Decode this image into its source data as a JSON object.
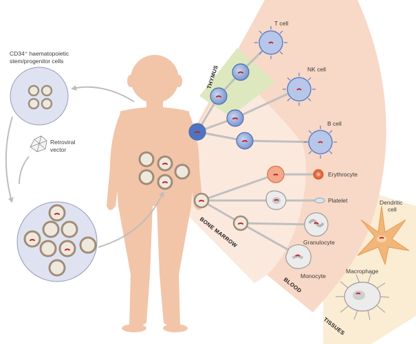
{
  "left_panel": {
    "cd34_label_line1": "CD34⁺ haematopoietic",
    "cd34_label_line2": "stem/progenitor cells",
    "vector_label_line1": "Retroviral",
    "vector_label_line2": "vector"
  },
  "zones": {
    "thymus": "THYMUS",
    "bone_marrow": "BONE MARROW",
    "blood": "BLOOD",
    "tissues": "TISSUES"
  },
  "cells": {
    "t_cell": "T cell",
    "nk_cell": "NK cell",
    "b_cell": "B cell",
    "erythrocyte": "Erythrocyte",
    "platelet": "Platelet",
    "granulocyte": "Granulocyte",
    "monocyte": "Monocyte",
    "dendritic_line1": "Dendritic",
    "dendritic_line2": "cell",
    "macrophage": "Macrophage"
  },
  "colors": {
    "body": "#f2c4a8",
    "blood_band": "#f8d8c6",
    "marrow_band": "#fbe9de",
    "thymus": "#dde8be",
    "tissues": "#fbecd4",
    "stem_disc": "#dfe3f1",
    "lymphoid_cell": "#7d97d0",
    "transgene": "#c8202d",
    "arrow": "#bdbdbd"
  }
}
